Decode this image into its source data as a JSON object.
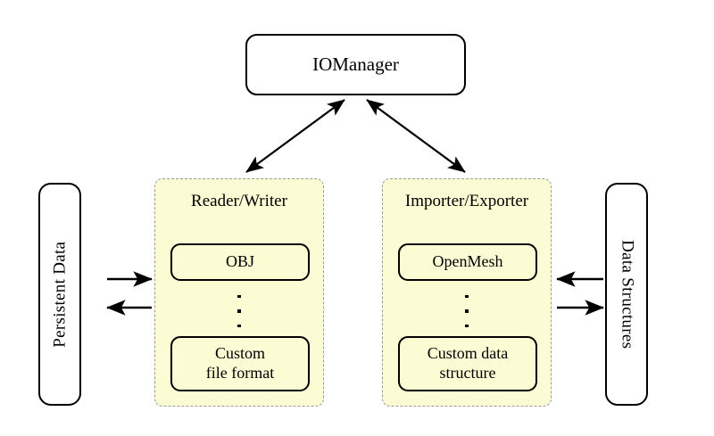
{
  "diagram": {
    "title_node": {
      "label": "IOManager"
    },
    "left_node": {
      "label": "Persistent Data"
    },
    "right_node": {
      "label": "Data Structures"
    },
    "groups": [
      {
        "title": "Reader/Writer",
        "items": [
          {
            "label": "OBJ"
          },
          {
            "label": "Custom\nfile format"
          }
        ],
        "ellipsis": "vertical-dots"
      },
      {
        "title": "Importer/Exporter",
        "items": [
          {
            "label": "OpenMesh"
          },
          {
            "label": "Custom data\nstructure"
          }
        ],
        "ellipsis": "vertical-dots"
      }
    ],
    "connections": [
      {
        "from": "IOManager",
        "to": "Reader/Writer",
        "style": "double-headed-arrow"
      },
      {
        "from": "IOManager",
        "to": "Importer/Exporter",
        "style": "double-headed-arrow"
      },
      {
        "from": "Persistent Data",
        "to": "Reader/Writer",
        "style": "arrow-right"
      },
      {
        "from": "Reader/Writer",
        "to": "Persistent Data",
        "style": "arrow-left"
      },
      {
        "from": "Importer/Exporter",
        "to": "Data Structures",
        "style": "arrow-left"
      },
      {
        "from": "Data Structures",
        "to": "Importer/Exporter",
        "style": "arrow-right"
      }
    ],
    "colors": {
      "group_fill": "#fbfbd4",
      "group_border": "#9a9a9a",
      "node_border": "#000000",
      "background": "#ffffff"
    }
  }
}
